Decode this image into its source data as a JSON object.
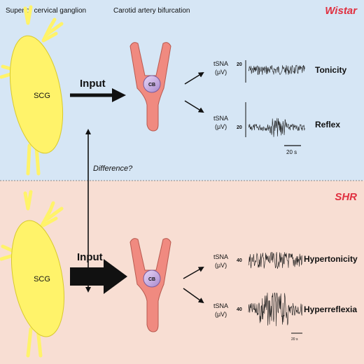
{
  "header": {
    "scg_title": "Superior cervical ganglion",
    "cab_title": "Carotid artery bifurcation"
  },
  "wistar": {
    "label": "Wistar",
    "label_color": "#e03040",
    "panel_color": "#d6e6f5",
    "scg_label": "SCG",
    "input_label": "Input",
    "cb_label": "CB",
    "trace1": {
      "unit_line1": "tSNA",
      "unit_line2": "(μV)",
      "scale": "20",
      "name": "Tonicity"
    },
    "trace2": {
      "unit_line1": "tSNA",
      "unit_line2": "(μV)",
      "scale": "20",
      "name": "Reflex"
    },
    "time_scale": "20 s"
  },
  "middle": {
    "difference_label": "Difference?"
  },
  "shr": {
    "label": "SHR",
    "label_color": "#e03040",
    "panel_color": "#f8ded3",
    "scg_label": "SCG",
    "input_label": "Input",
    "cb_label": "CB",
    "trace1": {
      "unit_line1": "tSNA",
      "unit_line2": "(μV)",
      "scale": "40",
      "name": "Hypertonicity"
    },
    "trace2": {
      "unit_line1": "tSNA",
      "unit_line2": "(μV)",
      "scale": "40",
      "name": "Hyperreflexia"
    },
    "time_scale": "20 s"
  },
  "colors": {
    "scg_fill": "#fff36a",
    "scg_stroke": "#d8c92a",
    "artery_fill": "#f08a80",
    "artery_stroke": "#b85a50",
    "cb_fill": "#c8a8e6",
    "cb_stroke": "#7a5a9c",
    "trace": "#1a1a1a"
  }
}
